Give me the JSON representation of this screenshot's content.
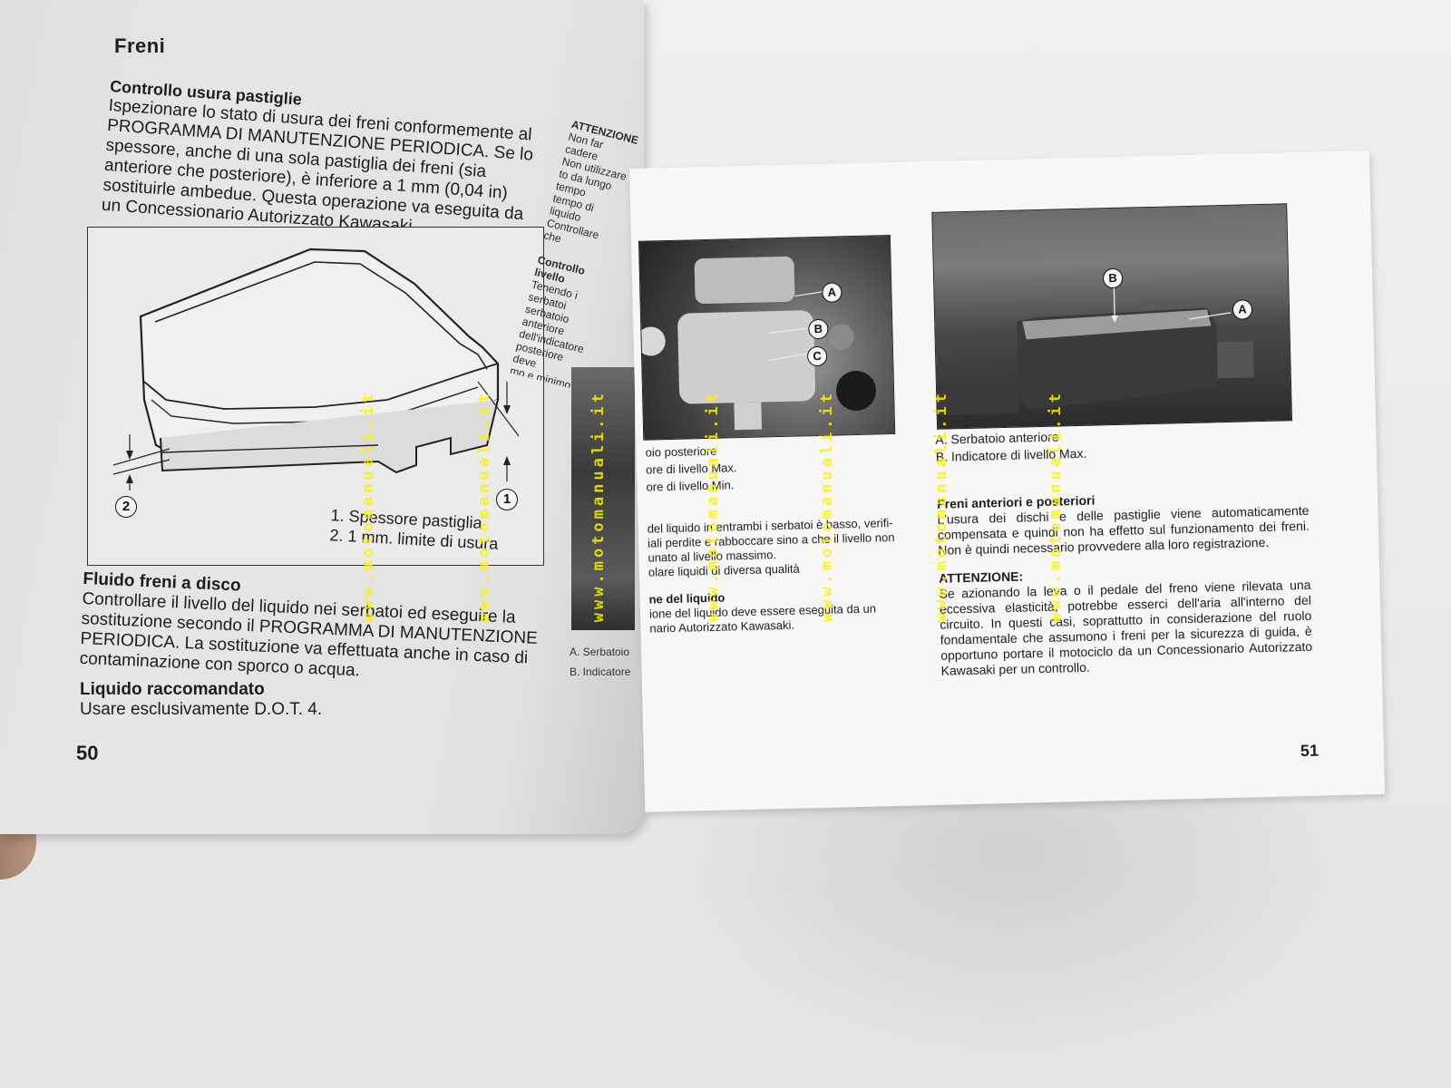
{
  "left_page": {
    "section_title": "Freni",
    "pad_wear": {
      "heading": "Controllo usura pastiglie",
      "body": "Ispezionare lo stato di usura dei freni conformemente al PROGRAMMA DI MANUTENZIONE PERIODICA. Se lo spessore, anche di una sola pastiglia dei freni (sia anteriore che posteriore), è inferiore a 1 mm (0,04 in) sostituirle ambedue. Questa operazione va eseguita da un Concessionario Autorizzato Kawasaki."
    },
    "diagram": {
      "marker_1": "1",
      "marker_2": "2",
      "caption_1": "1. Spessore pastiglia",
      "caption_2": "2. 1 mm. limite di usura"
    },
    "fluid": {
      "heading": "Fluido freni a disco",
      "body": "Controllare il livello del liquido nei serbatoi ed eseguire la sostituzione secondo il PROGRAMMA DI MANUTENZIONE PERIODICA. La sostituzione va effettuata anche in caso di contaminazione con sporco o acqua."
    },
    "recommended": {
      "heading": "Liquido raccomandato",
      "body": "Usare esclusivamente D.O.T. 4."
    },
    "page_number": "50",
    "spine_fragments": {
      "attenzione": "ATTENZIONE:",
      "lines": [
        "Non far cadere",
        "Non utilizzare",
        "to da lungo tempo",
        "tempo di liquido",
        "Controllare che"
      ],
      "heading2": "Controllo livello",
      "lines2": [
        "Tenendo i serbatoi",
        "serbatoio anteriore",
        "dell'indicatore",
        "posteriore deve",
        "mo e minimo."
      ],
      "cap_a": "A. Serbatoio anteriore",
      "cap_b": "B. Indicatore di livello"
    }
  },
  "right_page": {
    "photo1_labels": [
      "A",
      "B",
      "C"
    ],
    "photo1_captions": [
      "oio posteriore",
      "ore di livello Max.",
      "ore di livello Min."
    ],
    "col1_text": [
      "del liquido in entrambi i serbatoi è basso, verifi-",
      "iali perdite e rabboccare sino a che il livello non",
      "unato al livello massimo.",
      "olare liquidi di diversa qualità"
    ],
    "col1_heading": "ne del liquido",
    "col1_text2": [
      "ione del liquido deve essere eseguita da un",
      "nario Autorizzato Kawasaki."
    ],
    "photo2_labels": [
      "B",
      "A"
    ],
    "photo2_captions": [
      "A. Serbatoio anteriore",
      "B. Indicatore di livello Max."
    ],
    "brakes": {
      "heading": "Freni anteriori e posteriori",
      "body": "L'usura dei dischi e delle pastiglie viene automaticamente compensata e quindi non ha effetto sul funzionamento dei freni. Non è quindi necessario provvedere alla loro registrazione."
    },
    "warning": {
      "heading": "ATTENZIONE:",
      "body": "Se azionando la leva o il pedale del freno viene rilevata una eccessiva elasticità, potrebbe esserci dell'aria all'interno del circuito. In questi casi, soprattutto in considerazione del ruolo fondamentale che assumono i freni per la sicurezza di guida, è opportuno portare il motociclo da un Concessionario Autorizzato Kawasaki per un controllo."
    },
    "page_number": "51"
  },
  "watermark": "www.motomanuali.it"
}
